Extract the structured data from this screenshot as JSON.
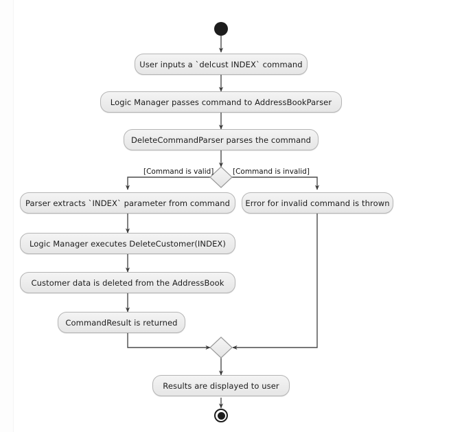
{
  "diagram": {
    "type": "uml-activity-diagram",
    "title": "",
    "colors": {
      "node_fill_top": "#f4f4f4",
      "node_fill_bottom": "#e6e6e6",
      "node_border": "#b4b4b4",
      "connector": "#4a4a4a",
      "text": "#1b1b1b",
      "terminal": "#1d1d1d",
      "background": "#ffffff"
    },
    "start_node": {
      "label": "start",
      "shape": "filled-circle"
    },
    "end_node": {
      "label": "end",
      "shape": "circle-with-filled-center"
    },
    "actions": [
      {
        "id": "a1",
        "label": "User inputs a `delcust INDEX` command"
      },
      {
        "id": "a2",
        "label": "Logic Manager passes command to AddressBookParser"
      },
      {
        "id": "a3",
        "label": "DeleteCommandParser parses the command"
      },
      {
        "id": "a4",
        "label": "Parser extracts `INDEX` parameter from command"
      },
      {
        "id": "a5",
        "label": "Error for invalid command is thrown"
      },
      {
        "id": "a6",
        "label": "Logic Manager executes DeleteCustomer(INDEX)"
      },
      {
        "id": "a7",
        "label": "Customer data is deleted from the AddressBook"
      },
      {
        "id": "a8",
        "label": "CommandResult is returned"
      },
      {
        "id": "a9",
        "label": "Results are displayed to user"
      }
    ],
    "decision": {
      "id": "d1",
      "shape": "diamond",
      "guard_left": "[Command is valid]",
      "guard_right": "[Command is invalid]"
    },
    "merge": {
      "id": "m1",
      "shape": "diamond",
      "label": ""
    }
  }
}
